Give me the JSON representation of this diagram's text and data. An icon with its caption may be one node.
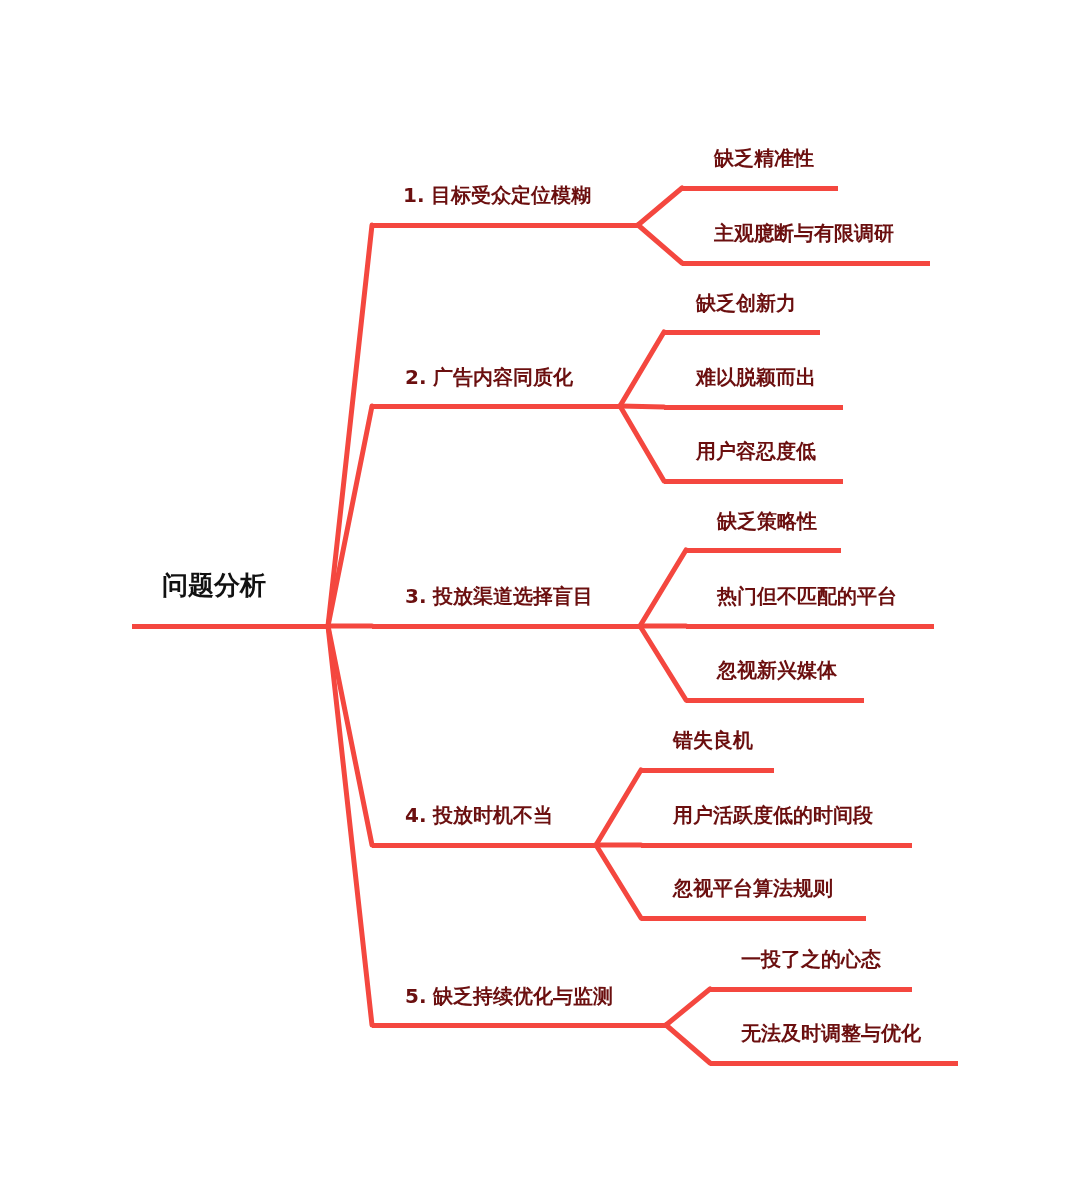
{
  "diagram": {
    "nodes": [
      {
        "text": [
          "问题分析"
        ]
      },
      {
        "text": [
          "1. 目标受众定位模糊"
        ]
      },
      {
        "text": [
          "缺乏精准性"
        ]
      },
      {
        "text": [
          "主观臆断与有限调研"
        ]
      },
      {
        "text": [
          "2. 广告内容同质化"
        ]
      },
      {
        "text": [
          "缺乏创新力"
        ]
      },
      {
        "text": [
          "难以脱颖而出"
        ]
      },
      {
        "text": [
          "用户容忍度低"
        ]
      },
      {
        "text": [
          "3. 投放渠道选择盲目"
        ]
      },
      {
        "text": [
          "缺乏策略性"
        ]
      },
      {
        "text": [
          "热门但不匹配的平台"
        ]
      },
      {
        "text": [
          "忽视新兴媒体"
        ]
      },
      {
        "text": [
          "4. 投放时机不当"
        ]
      },
      {
        "text": [
          "错失良机"
        ]
      },
      {
        "text": [
          "用户活跃度低的时间段"
        ]
      },
      {
        "text": [
          "忽视平台算法规则"
        ]
      },
      {
        "text": [
          "5. 缺乏持续优化与监测"
        ]
      },
      {
        "text": [
          "一投了之的心态"
        ]
      },
      {
        "text": [
          "无法及时调整与优化"
        ]
      }
    ],
    "edges": [
      {
        "from": 0,
        "to": 1,
        "arrow": "none"
      },
      {
        "from": 0,
        "to": 4,
        "arrow": "none"
      },
      {
        "from": 0,
        "to": 8,
        "arrow": "none"
      },
      {
        "from": 0,
        "to": 12,
        "arrow": "none"
      },
      {
        "from": 0,
        "to": 16,
        "arrow": "none"
      },
      {
        "from": 1,
        "to": 2,
        "arrow": "none"
      },
      {
        "from": 1,
        "to": 3,
        "arrow": "none"
      },
      {
        "from": 4,
        "to": 5,
        "arrow": "none"
      },
      {
        "from": 4,
        "to": 6,
        "arrow": "none"
      },
      {
        "from": 4,
        "to": 7,
        "arrow": "none"
      },
      {
        "from": 8,
        "to": 9,
        "arrow": "none"
      },
      {
        "from": 8,
        "to": 10,
        "arrow": "none"
      },
      {
        "from": 8,
        "to": 11,
        "arrow": "none"
      },
      {
        "from": 12,
        "to": 13,
        "arrow": "none"
      },
      {
        "from": 12,
        "to": 14,
        "arrow": "none"
      },
      {
        "from": 12,
        "to": 15,
        "arrow": "none"
      },
      {
        "from": 16,
        "to": 17,
        "arrow": "none"
      },
      {
        "from": 16,
        "to": 18,
        "arrow": "none"
      }
    ]
  }
}
